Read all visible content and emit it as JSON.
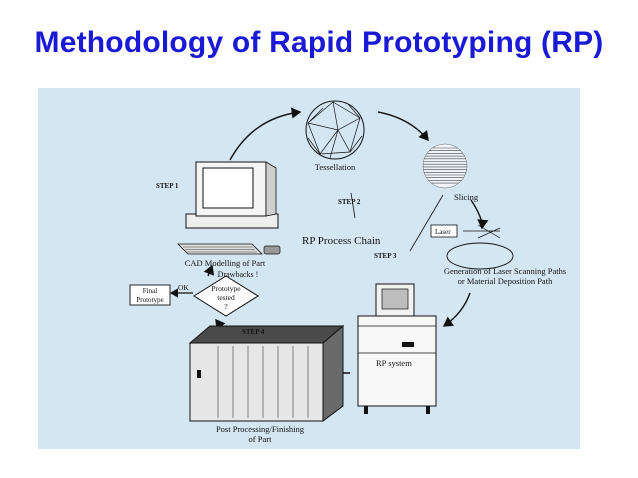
{
  "title": "Methodology of Rapid Prototyping (RP)",
  "diagram": {
    "center_label": "RP Process Chain",
    "steps": {
      "step1": "STEP 1",
      "step2": "STEP 2",
      "step3": "STEP 3",
      "step4": "STEP 4"
    },
    "labels": {
      "tessellation": "Tessellation",
      "slicing": "Slicing",
      "laser": "Laser",
      "generation_line1": "Generation of Laser Scanning Paths",
      "generation_line2": "or Material Deposition Path",
      "rp_system": "RP system",
      "post_line1": "Post Processing/Finishing",
      "post_line2": "of Part",
      "cad": "CAD Modelling of Part",
      "drawbacks": "Drawbacks !",
      "decision_line1": "Prototype",
      "decision_line2": "tested",
      "decision_line3": "?",
      "ok": "OK",
      "final_line1": "Final",
      "final_line2": "Prototype"
    },
    "colors": {
      "background": "#d5e6f3",
      "title": "#1a1ad6",
      "ink": "#111111"
    }
  }
}
